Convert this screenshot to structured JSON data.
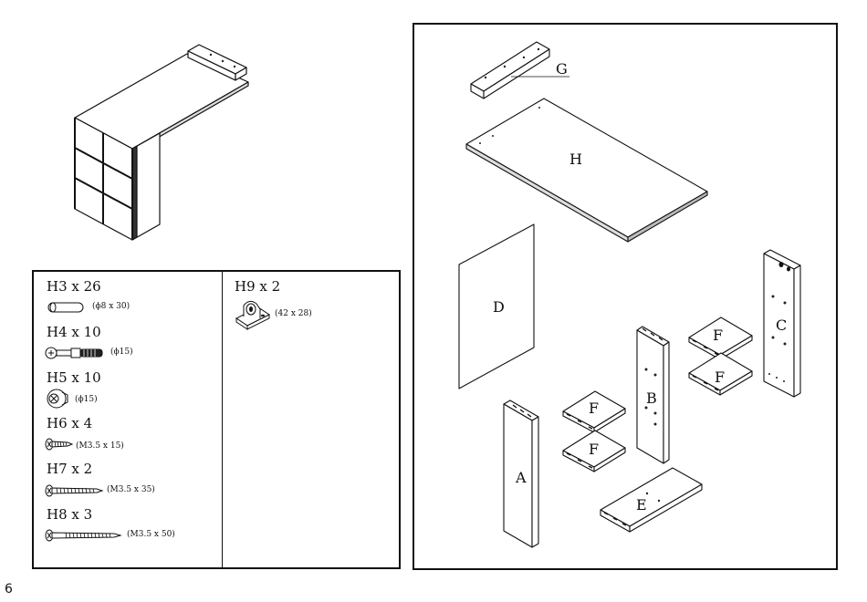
{
  "page_number": "6",
  "hardware": [
    {
      "id": "h3",
      "label": "H3 x 26",
      "size": "(ϕ8 x 30)",
      "icon": "dowel-icon"
    },
    {
      "id": "h4",
      "label": "H4 x 10",
      "size": "(ϕ15)",
      "icon": "cam-bolt-icon"
    },
    {
      "id": "h5",
      "label": "H5 x 10",
      "size": "(ϕ15)",
      "icon": "cam-lock-icon"
    },
    {
      "id": "h6",
      "label": "H6 x 4",
      "size": "(M3.5 x 15)",
      "icon": "short-screw-icon"
    },
    {
      "id": "h7",
      "label": "H7 x 2",
      "size": "(M3.5 x 35)",
      "icon": "medium-screw-icon"
    },
    {
      "id": "h8",
      "label": "H8 x 3",
      "size": "(M3.5 x 50)",
      "icon": "long-screw-icon"
    },
    {
      "id": "h9",
      "label": "H9 x 2",
      "size": "(42 x 28)",
      "icon": "bracket-icon"
    }
  ],
  "parts": {
    "a": "A",
    "b": "B",
    "c": "C",
    "d": "D",
    "e": "E",
    "f1": "F",
    "f2": "F",
    "f3": "F",
    "f4": "F",
    "g": "G",
    "h": "H"
  }
}
